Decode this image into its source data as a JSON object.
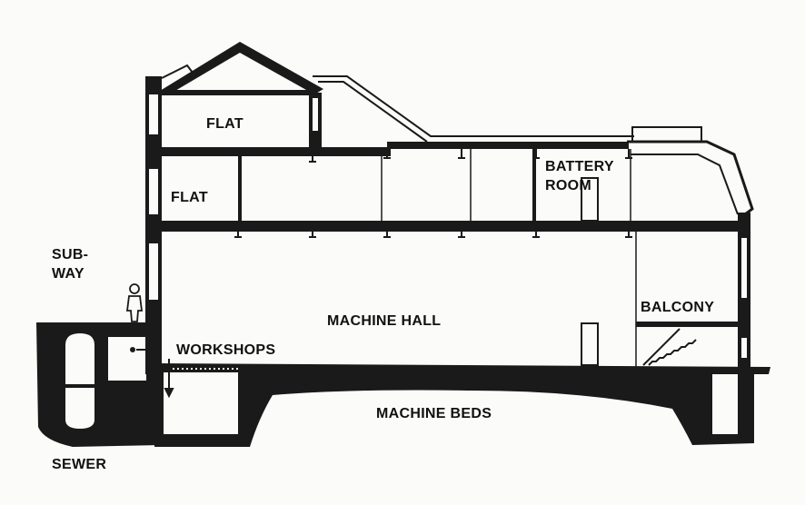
{
  "diagram": {
    "labels": {
      "flat_upper": "FLAT",
      "flat_lower": "FLAT",
      "battery_room_1": "BATTERY",
      "battery_room_2": "ROOM",
      "subway_1": "SUB-",
      "subway_2": "WAY",
      "machine_hall": "MACHINE HALL",
      "balcony": "BALCONY",
      "workshops": "WORKSHOPS",
      "machine_beds": "MACHINE BEDS",
      "sewer": "SEWER"
    }
  }
}
